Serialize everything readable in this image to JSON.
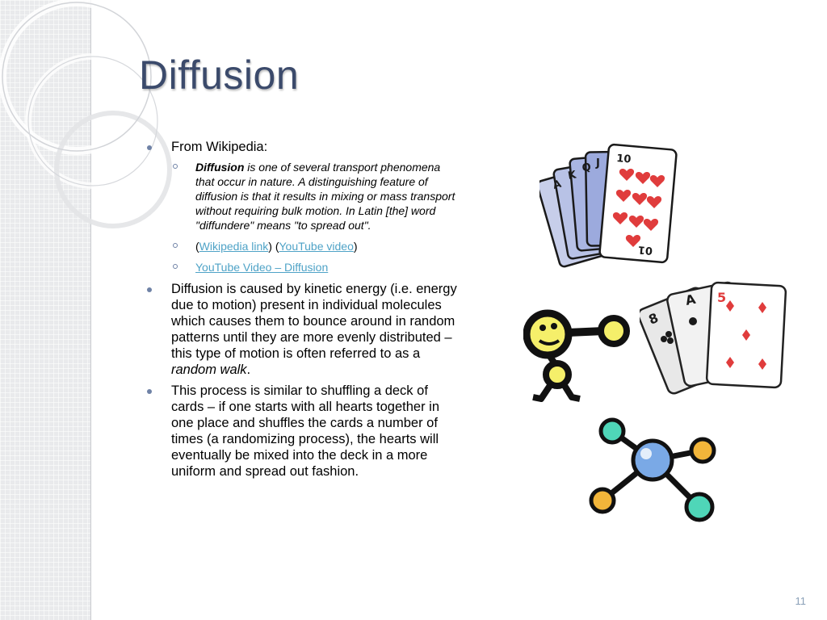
{
  "slide": {
    "title": "Diffusion",
    "page_number": "11"
  },
  "bullets": {
    "b1": "From Wikipedia:",
    "sub1_term": "Diffusion",
    "sub1_rest": " is one of several transport phenomena that occur in nature.  A distinguishing feature of diffusion is that it results in mixing or mass transport without requiring bulk motion.   In Latin [the] word \"diffundere\" means \"to spread out\".",
    "sub2_open": "(",
    "sub2_link1": "Wikipedia link",
    "sub2_mid": ") (",
    "sub2_link2": "YouTube video",
    "sub2_close": ")",
    "sub3_link": "YouTube Video – Diffusion",
    "b2_text": "Diffusion is caused by kinetic energy (i.e. energy due to motion) present in individual molecules which causes them to bounce around in random patterns until they are more evenly distributed – this type of motion is often referred to as a ",
    "b2_em": "random walk",
    "b2_end": ".",
    "b3": "This process is similar to shuffling a deck of cards – if one starts with all hearts together in one place and shuffles the cards a number of times (a randomizing process), the hearts will eventually be mixed into the deck in a more uniform and spread out fashion."
  },
  "clipart": {
    "fan_labels": [
      "A",
      "K",
      "Q",
      "J",
      "10"
    ],
    "fan_bottom": "01",
    "card1": "8",
    "card2": "A",
    "card3": "5"
  },
  "colors": {
    "title": "#3b4a6b",
    "link": "#4fa3c7",
    "bullet": "#6f82a6",
    "heart": "#e03c3c"
  }
}
